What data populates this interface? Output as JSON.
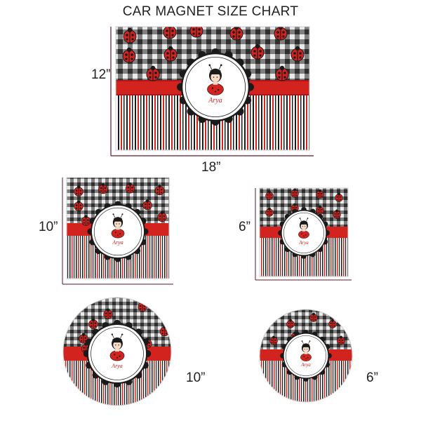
{
  "title": "CAR MAGNET SIZE CHART",
  "sizes": {
    "large_rect_height": "12”",
    "large_rect_width": "18”",
    "medium_square": "10”",
    "small_square": "6”",
    "large_circle": "10”",
    "small_circle": "6”"
  },
  "name_text": "Arya",
  "colors": {
    "red": "#d3231f",
    "dark_red": "#a8181a",
    "black": "#1a1a1a",
    "gingham_dark": "#3a3a3a",
    "gingham_mid": "#8a8a8a",
    "gingham_light": "#e6e6e6",
    "dimension_line": "#5a1a2a"
  }
}
